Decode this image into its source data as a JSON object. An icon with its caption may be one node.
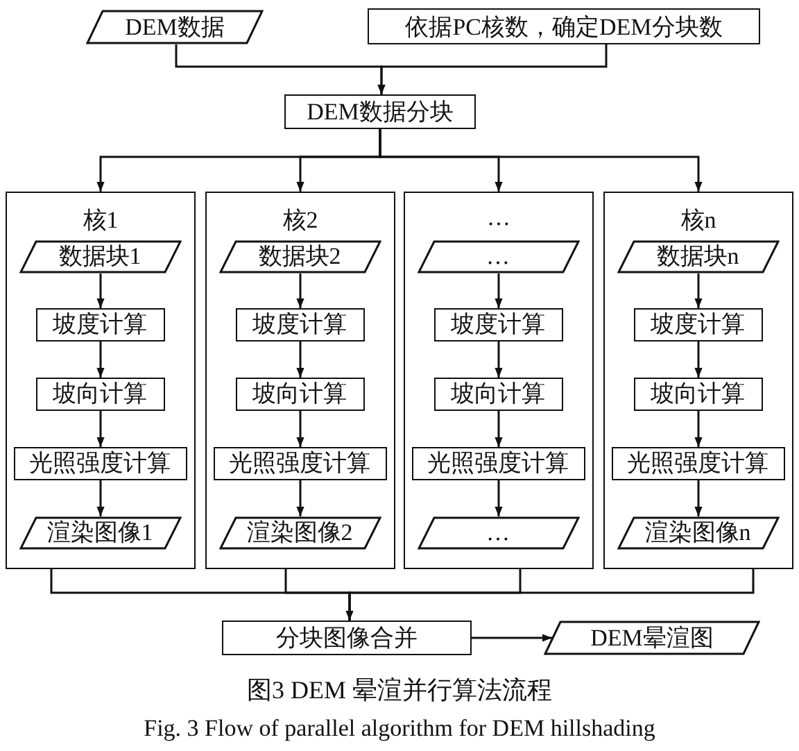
{
  "diagram": {
    "caption": "图3 DEM 晕渲并行算法流程",
    "nodes": [
      {
        "text": [
          "DEM数据"
        ]
      },
      {
        "text": [
          "依据PC核数，确定DEM分块数"
        ]
      },
      {
        "text": [
          "DEM数据分块"
        ]
      },
      {
        "text": [
          "核1"
        ]
      },
      {
        "text": [
          "数据块1"
        ],
        "in": 3
      },
      {
        "text": [
          "坡度计算"
        ],
        "in": 3
      },
      {
        "text": [
          "坡向计算"
        ],
        "in": 3
      },
      {
        "text": [
          "光照强度计算"
        ],
        "in": 3
      },
      {
        "text": [
          "渲染图像1"
        ],
        "in": 3
      },
      {
        "text": [
          "核2"
        ]
      },
      {
        "text": [
          "数据块2"
        ],
        "in": 9
      },
      {
        "text": [
          "坡度计算"
        ],
        "in": 9
      },
      {
        "text": [
          "坡向计算"
        ],
        "in": 9
      },
      {
        "text": [
          "光照强度计算"
        ],
        "in": 9
      },
      {
        "text": [
          "渲染图像2"
        ],
        "in": 9
      },
      {
        "text": [
          "…"
        ]
      },
      {
        "text": [
          "…"
        ],
        "in": 15
      },
      {
        "text": [
          "坡度计算"
        ],
        "in": 15
      },
      {
        "text": [
          "坡向计算"
        ],
        "in": 15
      },
      {
        "text": [
          "光照强度计算"
        ],
        "in": 15
      },
      {
        "text": [
          "…"
        ],
        "in": 15
      },
      {
        "text": [
          "核n"
        ]
      },
      {
        "text": [
          "数据块n"
        ],
        "in": 21
      },
      {
        "text": [
          "坡度计算"
        ],
        "in": 21
      },
      {
        "text": [
          "坡向计算"
        ],
        "in": 21
      },
      {
        "text": [
          "光照强度计算"
        ],
        "in": 21
      },
      {
        "text": [
          "渲染图像n"
        ],
        "in": 21
      },
      {
        "text": [
          "分块图像合并"
        ]
      },
      {
        "text": [
          "DEM晕渲图"
        ]
      }
    ],
    "edges": [
      {
        "from": 0,
        "to": 2,
        "arrow": "to"
      },
      {
        "from": 1,
        "to": 2,
        "arrow": "to"
      },
      {
        "from": 2,
        "to": 3,
        "arrow": "to"
      },
      {
        "from": 2,
        "to": 9,
        "arrow": "to"
      },
      {
        "from": 2,
        "to": 15,
        "arrow": "to"
      },
      {
        "from": 2,
        "to": 21,
        "arrow": "to"
      },
      {
        "from": 4,
        "to": 5,
        "arrow": "to"
      },
      {
        "from": 5,
        "to": 6,
        "arrow": "to"
      },
      {
        "from": 6,
        "to": 7,
        "arrow": "to"
      },
      {
        "from": 7,
        "to": 8,
        "arrow": "to"
      },
      {
        "from": 10,
        "to": 11,
        "arrow": "to"
      },
      {
        "from": 11,
        "to": 12,
        "arrow": "to"
      },
      {
        "from": 12,
        "to": 13,
        "arrow": "to"
      },
      {
        "from": 13,
        "to": 14,
        "arrow": "to"
      },
      {
        "from": 16,
        "to": 17,
        "arrow": "to"
      },
      {
        "from": 17,
        "to": 18,
        "arrow": "to"
      },
      {
        "from": 18,
        "to": 19,
        "arrow": "to"
      },
      {
        "from": 19,
        "to": 20,
        "arrow": "to"
      },
      {
        "from": 22,
        "to": 23,
        "arrow": "to"
      },
      {
        "from": 23,
        "to": 24,
        "arrow": "to"
      },
      {
        "from": 24,
        "to": 25,
        "arrow": "to"
      },
      {
        "from": 25,
        "to": 26,
        "arrow": "to"
      },
      {
        "from": 3,
        "to": 27,
        "arrow": "none"
      },
      {
        "from": 9,
        "to": 27,
        "arrow": "none"
      },
      {
        "from": 15,
        "to": 27,
        "arrow": "none"
      },
      {
        "from": 21,
        "to": 27,
        "arrow": "to"
      },
      {
        "from": 27,
        "to": 28,
        "arrow": "to"
      }
    ],
    "labels": [
      "Fig. 3 Flow of parallel algorithm for DEM hillshading"
    ]
  }
}
